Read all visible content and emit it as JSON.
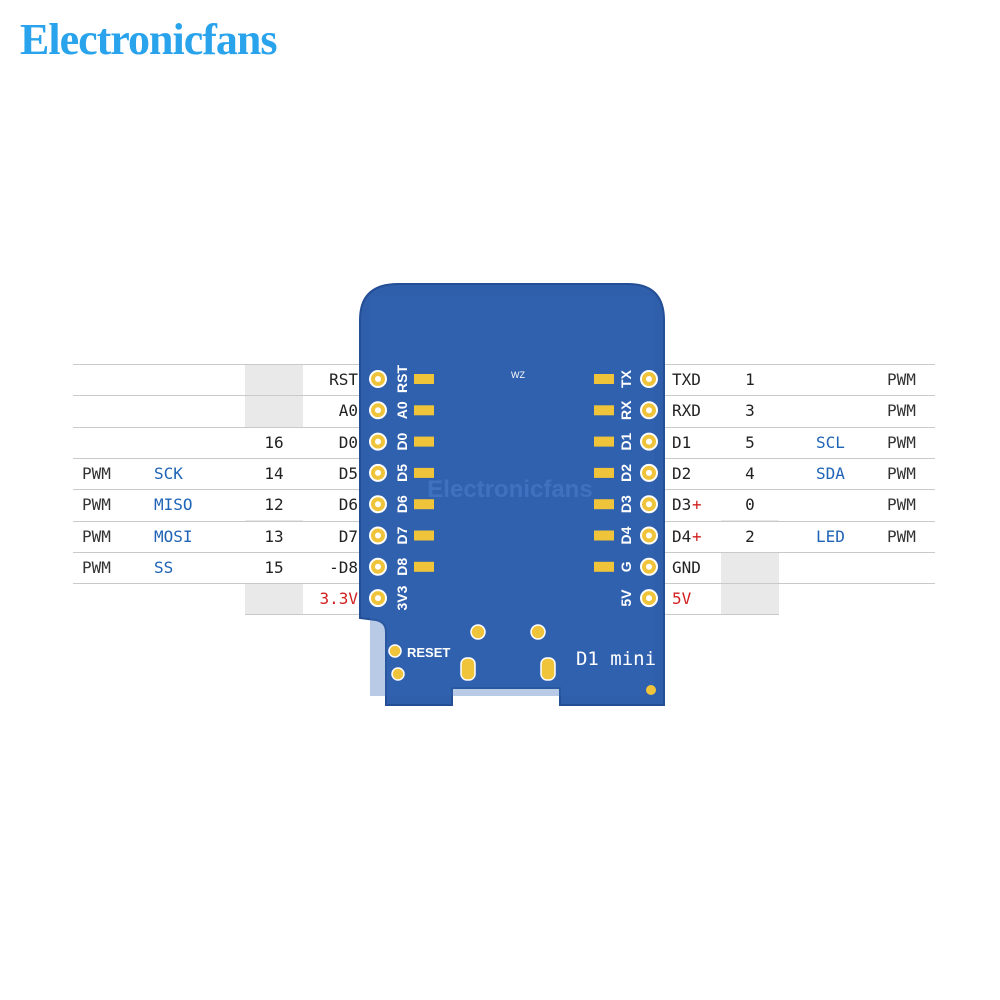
{
  "brand": "Electronicfans",
  "board": {
    "name": "D1 mini",
    "reset_label": "RESET",
    "silk_mark": "WZ",
    "watermark": "Electronicfans",
    "silk_left": [
      "RST",
      "A0",
      "D0",
      "D5",
      "D6",
      "D7",
      "D8",
      "3V3"
    ],
    "silk_right": [
      "TX",
      "RX",
      "D1",
      "D2",
      "D3",
      "D4",
      "G",
      "5V"
    ]
  },
  "left_pins": [
    {
      "pwm": "",
      "func": "",
      "gpio": "",
      "pin": "RST",
      "red": false
    },
    {
      "pwm": "",
      "func": "",
      "gpio": "",
      "pin": "A0",
      "red": false
    },
    {
      "pwm": "",
      "func": "",
      "gpio": "16",
      "pin": "D0",
      "red": false
    },
    {
      "pwm": "PWM",
      "func": "SCK",
      "gpio": "14",
      "pin": "D5",
      "red": false
    },
    {
      "pwm": "PWM",
      "func": "MISO",
      "gpio": "12",
      "pin": "D6",
      "red": false
    },
    {
      "pwm": "PWM",
      "func": "MOSI",
      "gpio": "13",
      "pin": "D7",
      "red": false
    },
    {
      "pwm": "PWM",
      "func": "SS",
      "gpio": "15",
      "pin": "-D8",
      "red": false
    },
    {
      "pwm": "",
      "func": "",
      "gpio": "",
      "pin": "3.3V",
      "red": true
    }
  ],
  "right_pins": [
    {
      "pin": "TXD",
      "plus": "",
      "gpio": "1",
      "func": "",
      "pwm": "PWM",
      "red": false
    },
    {
      "pin": "RXD",
      "plus": "",
      "gpio": "3",
      "func": "",
      "pwm": "PWM",
      "red": false
    },
    {
      "pin": "D1",
      "plus": "",
      "gpio": "5",
      "func": "SCL",
      "pwm": "PWM",
      "red": false
    },
    {
      "pin": "D2",
      "plus": "",
      "gpio": "4",
      "func": "SDA",
      "pwm": "PWM",
      "red": false
    },
    {
      "pin": "D3",
      "plus": "+",
      "gpio": "0",
      "func": "",
      "pwm": "PWM",
      "red": false
    },
    {
      "pin": "D4",
      "plus": "+",
      "gpio": "2",
      "func": "LED",
      "pwm": "PWM",
      "red": false
    },
    {
      "pin": "GND",
      "plus": "",
      "gpio": "",
      "func": "",
      "pwm": "",
      "red": false
    },
    {
      "pin": "5V",
      "plus": "",
      "gpio": "",
      "func": "",
      "pwm": "",
      "red": true
    }
  ]
}
